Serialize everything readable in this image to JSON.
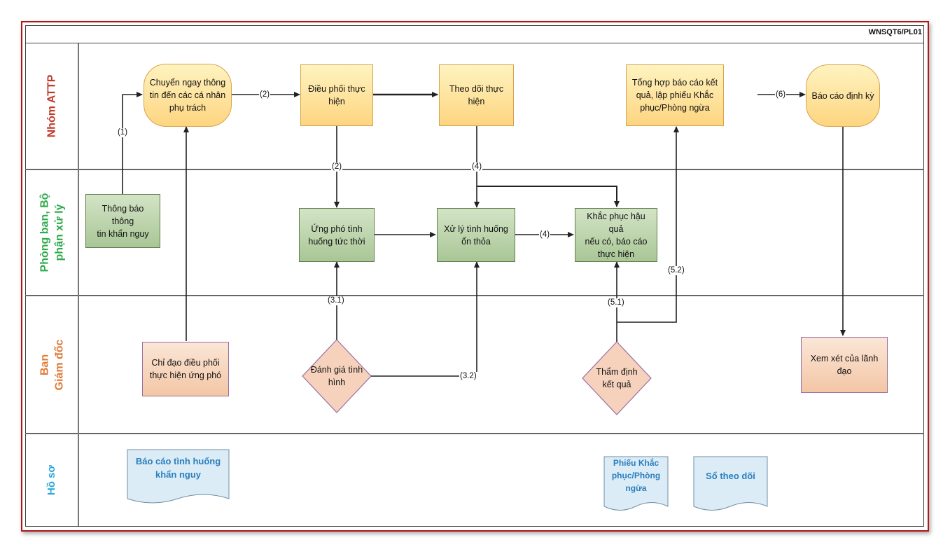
{
  "code": "WNSQT6/PL01",
  "lanes": {
    "nhom_attp": "Nhóm ATTP",
    "phong_ban_line1": "Phòng ban, Bộ",
    "phong_ban_line2": "phận xử lý",
    "ban_giam_doc_line1": "Ban",
    "ban_giam_doc_line2": "Giám đốc",
    "ho_so": "Hồ sơ"
  },
  "lane_colors": {
    "nhom_attp": "#c0392b",
    "phong_ban": "#2eaa4a",
    "ban_giam_doc": "#e07b39",
    "ho_so": "#2aa6d9"
  },
  "nodes": {
    "chuyen_ngay": [
      "Chuyển ngay thông",
      "tin đến các cá nhân",
      "phụ trách"
    ],
    "dieu_phoi": [
      "Điều phối thực",
      "hiện"
    ],
    "theo_doi": [
      "Theo dõi thực",
      "hiện"
    ],
    "tong_hop": [
      "Tổng hợp báo cáo kết",
      "quả, lập phiếu Khắc",
      "phục/Phòng ngừa"
    ],
    "bao_cao_dinh_ky": [
      "Báo cáo định kỳ"
    ],
    "thong_bao": [
      "Thông báo thông",
      "tin khẩn nguy"
    ],
    "ung_pho": [
      "Ứng phó tình",
      "huống tức thời"
    ],
    "xu_ly": [
      "Xử lý tình huống",
      "ổn thỏa"
    ],
    "khac_phuc": [
      "Khắc phục hậu quả",
      "nếu có, báo cáo",
      "thực hiện"
    ],
    "chi_dao": [
      "Chỉ đạo điều phối",
      "thực hiện ứng phó"
    ],
    "danh_gia": [
      "Đánh giá tình",
      "hình"
    ],
    "tham_dinh": [
      "Thẩm định",
      "kết quả"
    ],
    "xem_xet": [
      "Xem xét của lãnh",
      "đạo"
    ]
  },
  "documents": {
    "bao_cao_tinh_huong": [
      "Báo cáo tình huống",
      "khẩn nguy"
    ],
    "phieu_khac_phuc": [
      "Phiếu Khắc",
      "phục/Phòng",
      "ngừa"
    ],
    "so_theo_doi": [
      "Sổ theo dõi"
    ]
  },
  "edge_labels": {
    "e1": "(1)",
    "e2a": "(2)",
    "e2b": "(2)",
    "e4a": "(4)",
    "e4b": "(4)",
    "e6": "(6)",
    "e31": "(3.1)",
    "e32": "(3.2)",
    "e51": "(5.1)",
    "e52": "(5.2)"
  }
}
